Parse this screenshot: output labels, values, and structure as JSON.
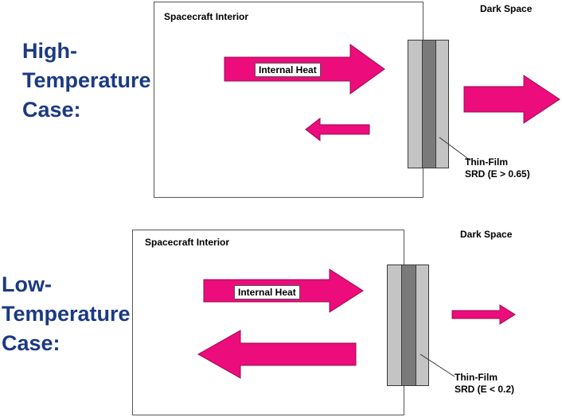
{
  "colors": {
    "arrow": "#ec0c7c",
    "title": "#1b3a82",
    "panel_light": "#c4c4c4",
    "panel_dark": "#7a7a7a"
  },
  "high_case": {
    "title": "High-\nTemperature\nCase:",
    "interior_label": "Spacecraft Interior",
    "heat_label": "Internal Heat",
    "space_label": "Dark Space",
    "film_label_line1": "Thin-Film",
    "film_label_line2": "SRD (E > 0.65)"
  },
  "low_case": {
    "title": "Low-\nTemperature\nCase:",
    "interior_label": "Spacecraft Interior",
    "heat_label": "Internal Heat",
    "space_label": "Dark Space",
    "film_label_line1": "Thin-Film",
    "film_label_line2": "SRD (E < 0.2)"
  }
}
